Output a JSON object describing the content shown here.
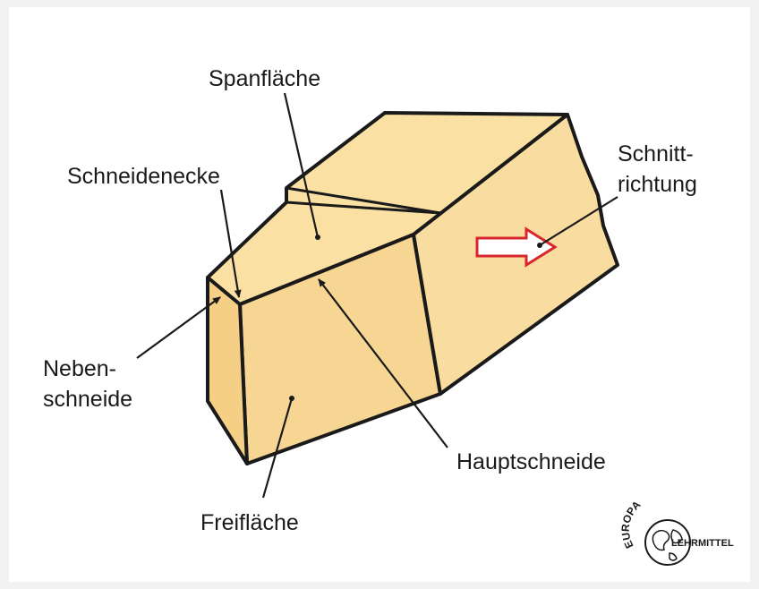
{
  "labels": {
    "spanflaeche": "Spanfläche",
    "schneidenecke": "Schneidenecke",
    "schnitt_line1": "Schnitt-",
    "schnitt_line2": "richtung",
    "neben_line1": "Neben-",
    "neben_line2": "schneide",
    "hauptschneide": "Hauptschneide",
    "freiflaeche": "Freifläche"
  },
  "logo": {
    "top_text": "EUROPA",
    "bottom_text": "LEHRMITTEL"
  },
  "colors": {
    "fill_top": "#fbe0a3",
    "fill_side": "#f7d592",
    "fill_right": "#f9dca0",
    "outline": "#1a1a1a",
    "arrow": "#d9262c"
  }
}
